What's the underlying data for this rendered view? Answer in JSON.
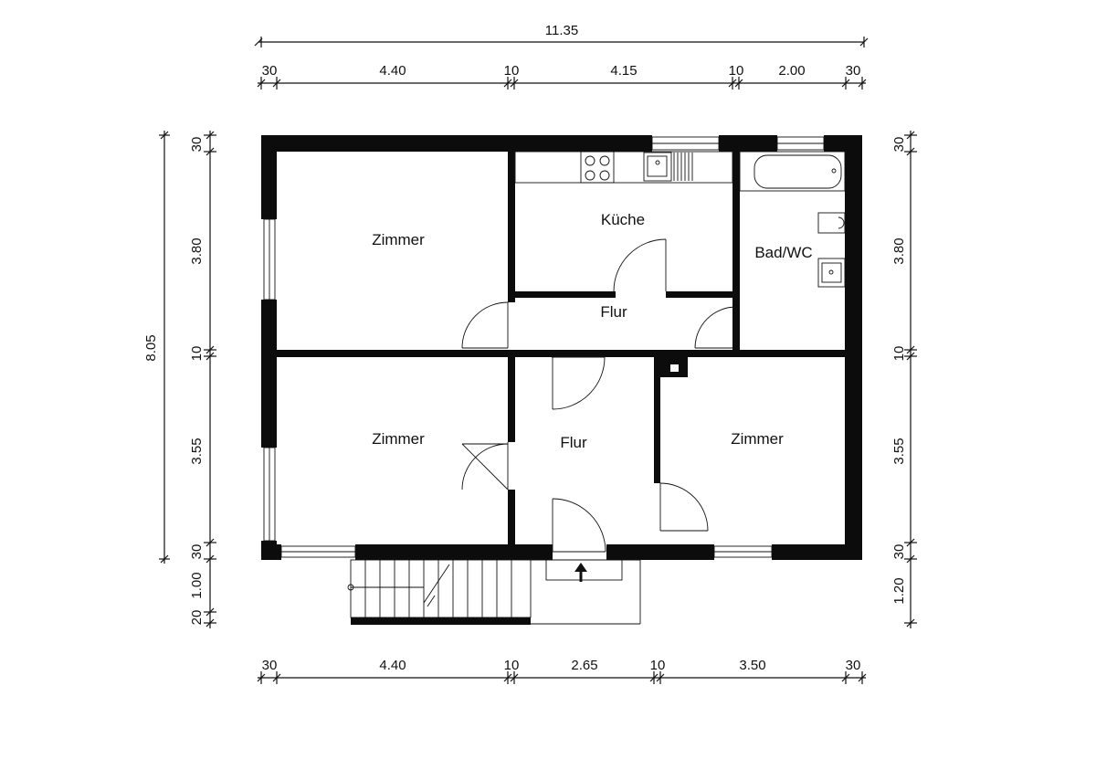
{
  "dimensions": {
    "top_overall": "11.35",
    "top": [
      "30",
      "4.40",
      "10",
      "4.15",
      "10",
      "2.00",
      "30"
    ],
    "bottom": [
      "30",
      "4.40",
      "10",
      "2.65",
      "10",
      "3.50",
      "30"
    ],
    "left_overall": "8.05",
    "left": [
      "30",
      "3.80",
      "10",
      "3.55",
      "30",
      "1.00",
      "20"
    ],
    "right": [
      "30",
      "3.80",
      "10",
      "3.55",
      "30",
      "1.20"
    ]
  },
  "rooms": {
    "zimmer_nw": "Zimmer",
    "kueche": "Küche",
    "bad": "Bad/WC",
    "flur_north": "Flur",
    "zimmer_sw": "Zimmer",
    "flur_main": "Flur",
    "zimmer_se": "Zimmer"
  }
}
